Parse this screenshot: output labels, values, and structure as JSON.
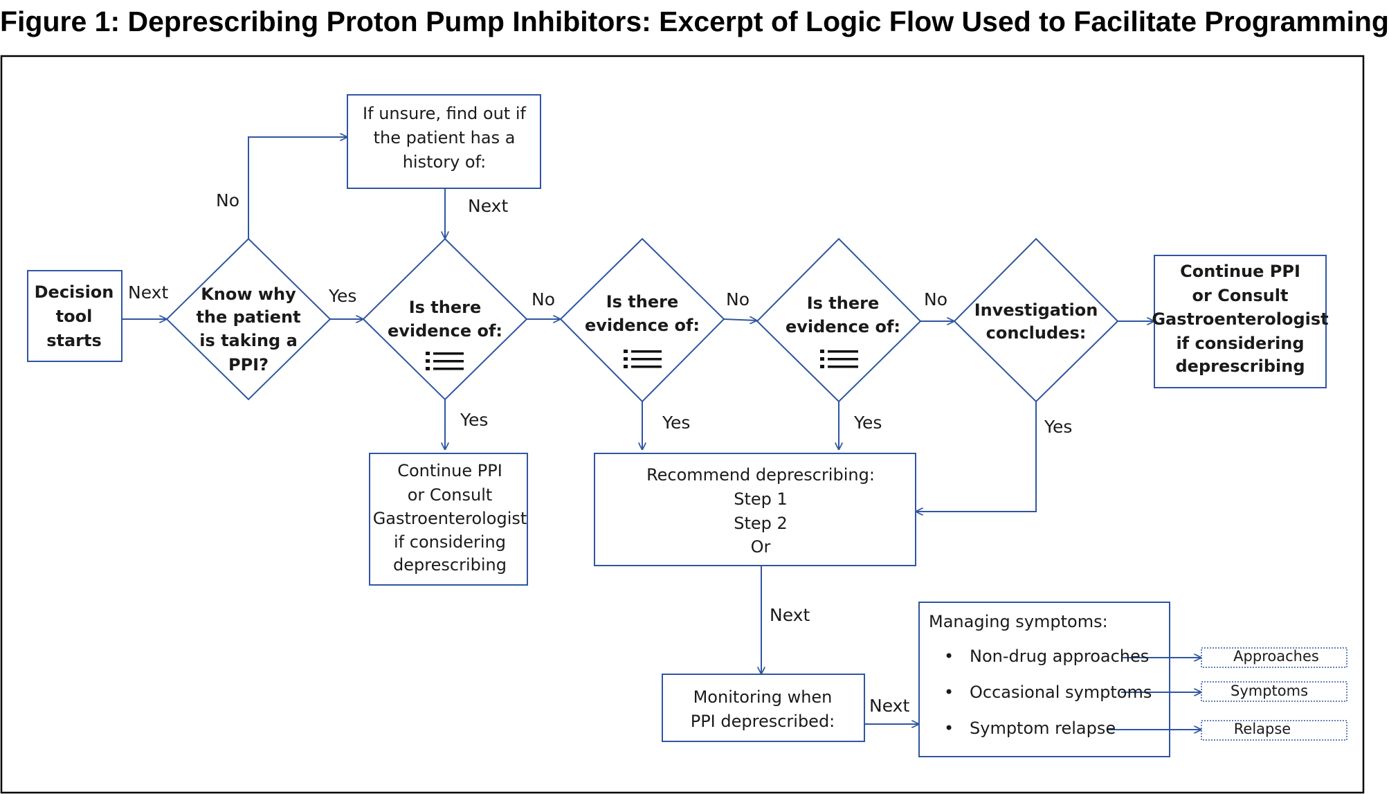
{
  "title": "Figure 1: Deprescribing Proton Pump Inhibitors: Excerpt of Logic Flow Used to Facilitate Programming",
  "nodes": {
    "start": [
      "Decision",
      "tool",
      "starts"
    ],
    "know_why": [
      "Know why",
      "the patient",
      "is taking a",
      "PPI?"
    ],
    "if_unsure": [
      "If unsure, find out if",
      "the patient has a",
      "history of:"
    ],
    "evidence1": [
      "Is there",
      "evidence of:"
    ],
    "evidence2": [
      "Is there",
      "evidence of:"
    ],
    "evidence3": [
      "Is there",
      "evidence of:"
    ],
    "investigation": [
      "Investigation",
      "concludes:"
    ],
    "continue_right": [
      "Continue PPI",
      "or Consult",
      "Gastroenterologist",
      "if considering",
      "deprescribing"
    ],
    "continue_left": [
      "Continue  PPI",
      "or Consult",
      "Gastroenterologist",
      "if considering",
      "deprescribing"
    ],
    "recommend": [
      "Recommend deprescribing:",
      "Step 1",
      "Step 2",
      "Or"
    ],
    "monitoring": [
      "Monitoring when",
      "PPI deprescribed:"
    ],
    "managing": {
      "heading": "Managing symptoms:",
      "items": [
        "Non-drug approaches",
        "Occasional symptoms",
        "Symptom relapse"
      ],
      "bullet": "•"
    },
    "links": [
      "Approaches",
      "Symptoms",
      "Relapse"
    ]
  },
  "edge_labels": {
    "start_next": "Next",
    "no_up": "No",
    "yes1": "Yes",
    "next_down": "Next",
    "no1": "No",
    "no2": "No",
    "no3": "No",
    "yes_e1": "Yes",
    "yes_e2": "Yes",
    "yes_e3": "Yes",
    "yes_inv": "Yes",
    "next_mon": "Next",
    "next_manage": "Next"
  },
  "icons": {
    "list": "list-icon"
  },
  "colors": {
    "stroke": "#2e55a0",
    "text": "#1a1a1a",
    "title": "#000000"
  }
}
